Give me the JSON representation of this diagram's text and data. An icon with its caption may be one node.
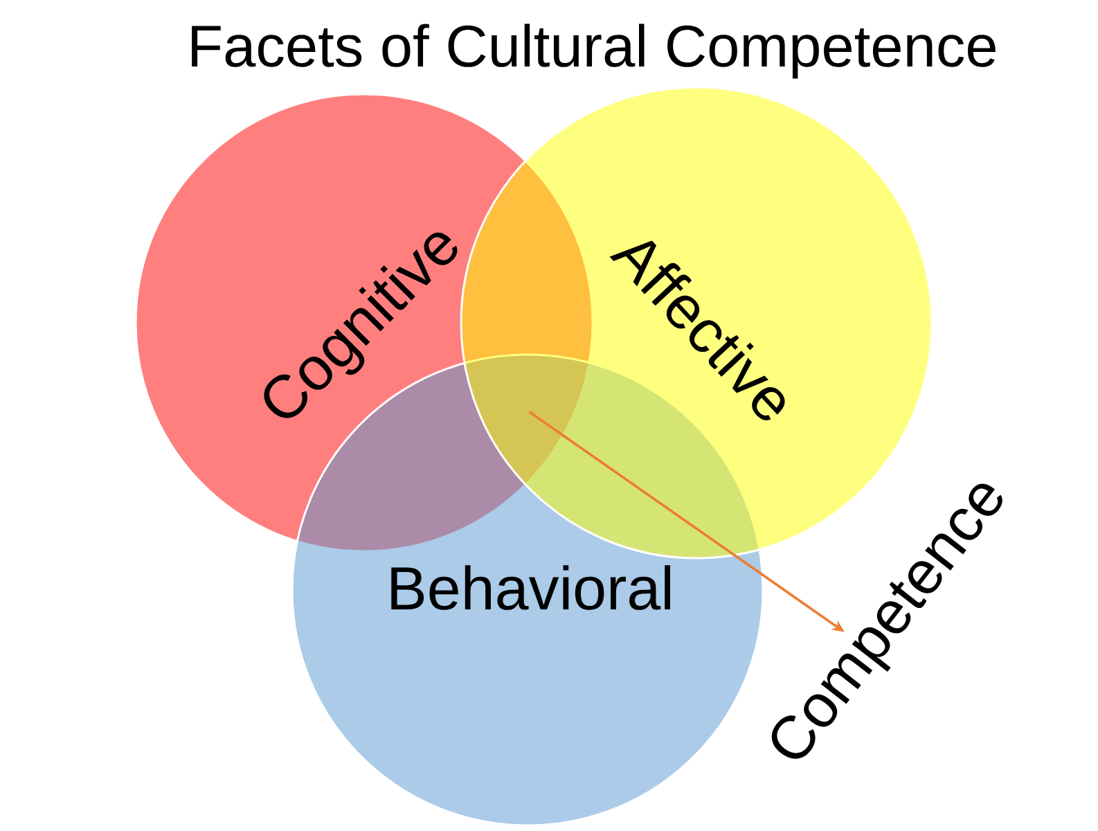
{
  "diagram": {
    "title": "Facets of Cultural Competence",
    "nodes": [
      {
        "text": [
          "Cognitive"
        ]
      },
      {
        "text": [
          "Affective"
        ]
      },
      {
        "text": [
          "Behavioral"
        ]
      },
      {
        "text": [
          "Competence"
        ]
      }
    ],
    "edges": [
      {
        "from": 0,
        "to": 3,
        "arrow": "to"
      },
      {
        "from": 1,
        "to": 3,
        "arrow": "to"
      },
      {
        "from": 2,
        "to": 3,
        "arrow": "to"
      }
    ]
  }
}
